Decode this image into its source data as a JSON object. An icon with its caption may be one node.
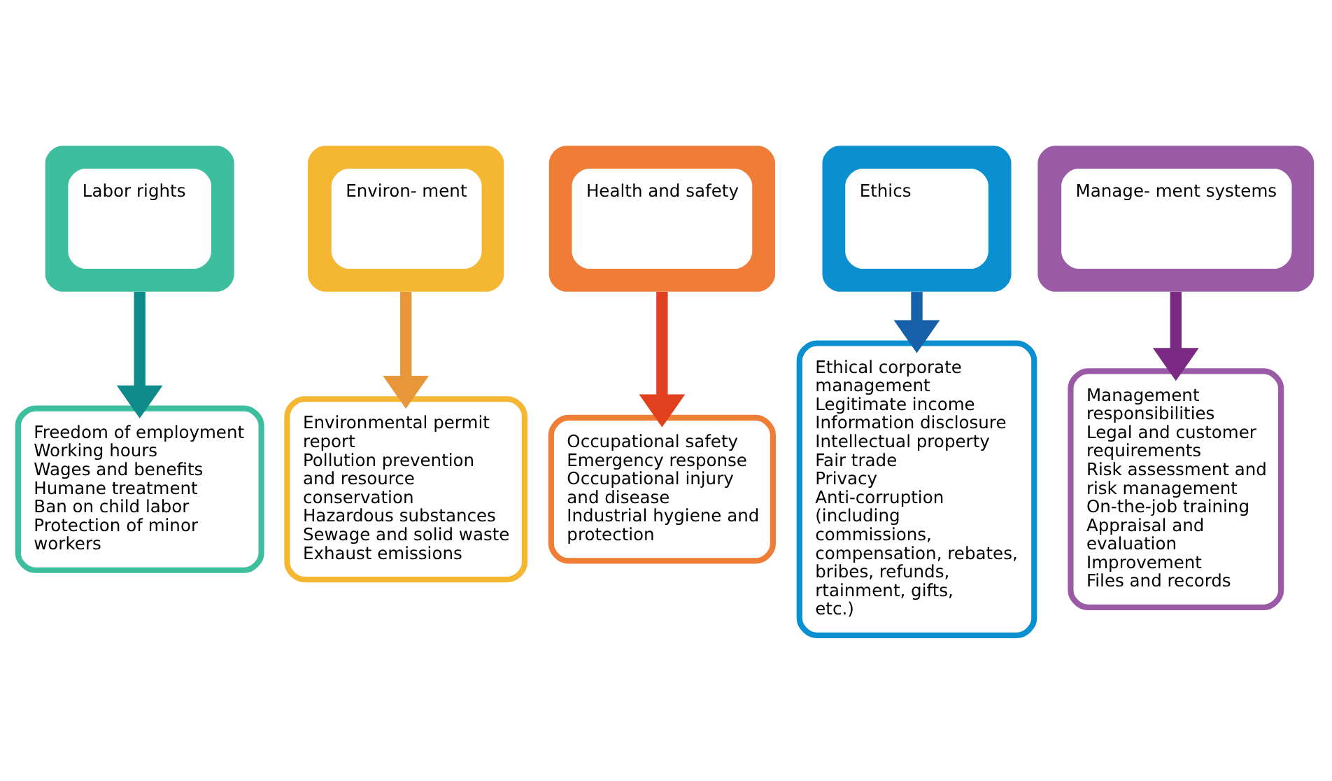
{
  "diagram": {
    "nodes": [
      {
        "text": [
          "Labor rights"
        ]
      },
      {
        "text": [
          "Environ- ment"
        ]
      },
      {
        "text": [
          "Health and safety"
        ]
      },
      {
        "text": [
          "Ethics"
        ]
      },
      {
        "text": [
          "Manage- ment systems"
        ]
      },
      {
        "text": [
          "Freedom of employment",
          "Working hours",
          "Wages and benefits",
          "Humane treatment",
          "Ban on child labor",
          "Protection of minor workers"
        ]
      },
      {
        "text": [
          "Environmental permit report",
          "Pollution prevention and resource conservation",
          "Hazardous substances",
          "Sewage and solid waste",
          "Exhaust emissions"
        ]
      },
      {
        "text": [
          "Occupational safety",
          "Emergency response",
          "Occupational injury and disease",
          "Industrial hygiene and protection"
        ]
      },
      {
        "text": [
          "Ethical corporate management",
          "Legitimate income",
          "Information disclosure",
          "Intellectual property",
          "Fair trade",
          "Privacy",
          "Anti-corruption (including commissions, compensation, rebates, bribes, refunds, rtainment, gifts, etc.)"
        ]
      },
      {
        "text": [
          "Management responsibilities",
          "Legal and customer requirements",
          "Risk assessment and risk management",
          "On-the-job training",
          "Appraisal and evaluation",
          "Improvement",
          "Files and records"
        ]
      }
    ],
    "edges": [
      {
        "from": 0,
        "to": 5,
        "arrow": "to",
        "color": "#0f8a8a"
      },
      {
        "from": 1,
        "to": 6,
        "arrow": "to",
        "color": "#e8963a"
      },
      {
        "from": 2,
        "to": 7,
        "arrow": "to",
        "color": "#e0401e"
      },
      {
        "from": 3,
        "to": 8,
        "arrow": "to",
        "color": "#1560a8"
      },
      {
        "from": 4,
        "to": 9,
        "arrow": "to",
        "color": "#7a2a82"
      }
    ]
  }
}
